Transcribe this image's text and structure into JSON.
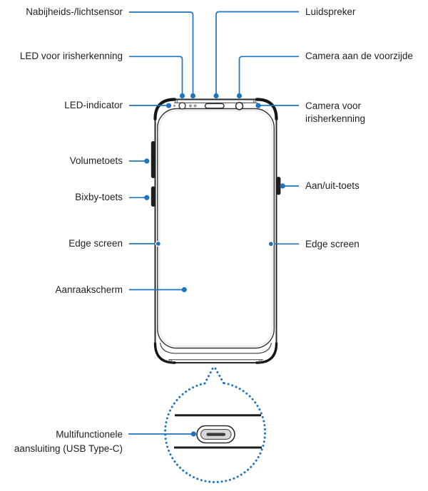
{
  "colors": {
    "background": "#ffffff",
    "callout_blue": "#1e74bf",
    "text": "#1f1f1f",
    "device_outline": "#2a2a2a",
    "button_fill": "#1e1e1e",
    "usb_gray": "#d7d7d7"
  },
  "labels": {
    "left": [
      {
        "text": "Nabijheids-/lichtsensor"
      },
      {
        "text": "LED voor irisherkenning"
      },
      {
        "text": "LED-indicator"
      },
      {
        "text": "Volumetoets"
      },
      {
        "text": "Bixby-toets"
      },
      {
        "text": "Edge screen"
      },
      {
        "text": "Aanraakscherm"
      },
      {
        "text": "Multifunctionele\naansluiting (USB Type-C)"
      }
    ],
    "right": [
      {
        "text": "Luidspreker"
      },
      {
        "text": "Camera aan de voorzijde"
      },
      {
        "text": "Camera voor\nirisherkenning"
      },
      {
        "text": "Aan/uit-toets"
      },
      {
        "text": "Edge screen"
      }
    ]
  },
  "icons": [
    "led-indicator-icon",
    "iris-led-icon",
    "proximity-light-sensor-icon",
    "speaker-icon",
    "front-camera-icon",
    "volume-button-icon",
    "bixby-button-icon",
    "power-button-icon",
    "usb-type-c-port-icon",
    "magnifier-dotted-circle-icon"
  ]
}
